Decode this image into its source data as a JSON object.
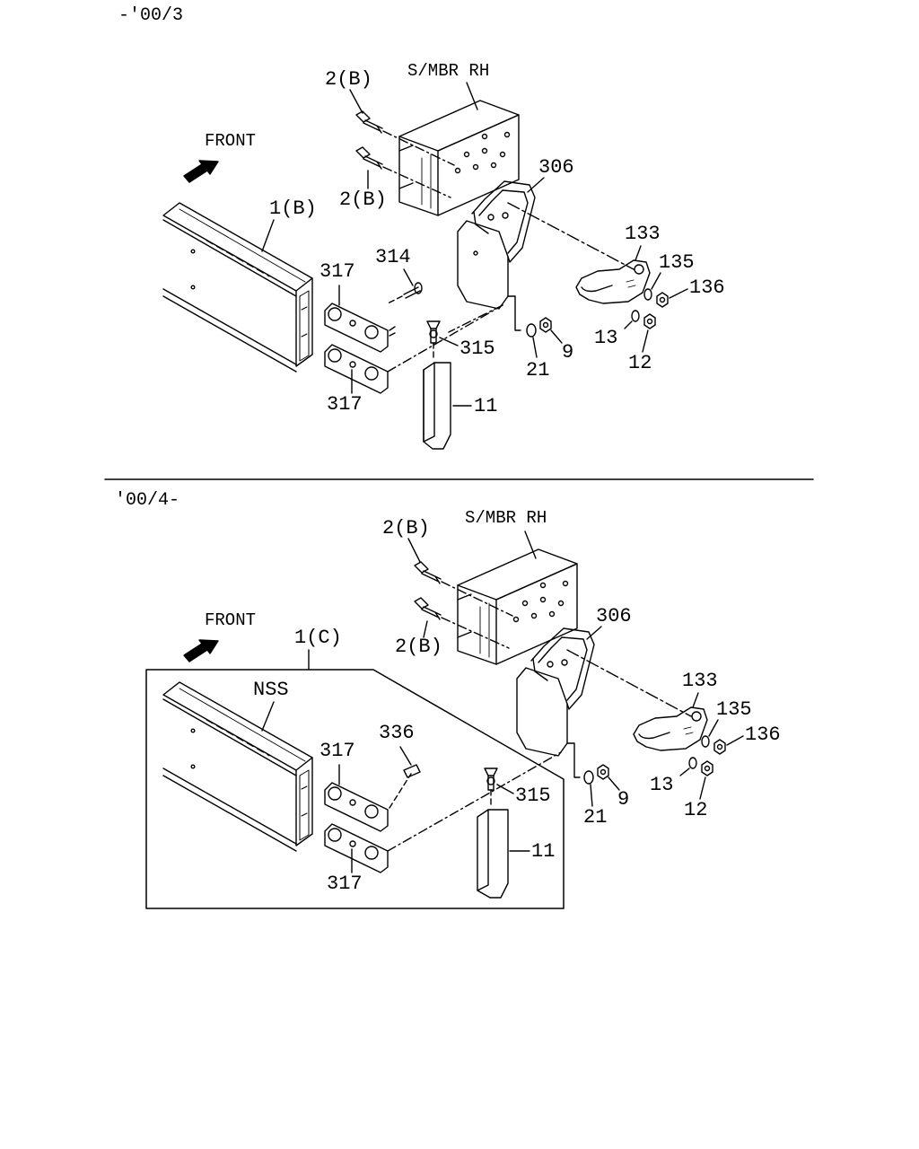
{
  "diagram": {
    "panels": [
      {
        "range_label": "-'00/3",
        "labels": {
          "front": "FRONT",
          "smbr": "S/MBR RH",
          "bolt_top": "2(B)",
          "bolt_bottom": "2(B)",
          "frame": "1(B)",
          "bracket": "306",
          "hook": "133",
          "washer_135": "135",
          "nut_136": "136",
          "washer_13": "13",
          "nut_12": "12",
          "washer_21": "21",
          "nut_9": "9",
          "clip": "315",
          "pad": "11",
          "plate_top": "317",
          "plate_bottom": "317",
          "screw": "314"
        }
      },
      {
        "range_label": "'00/4-",
        "labels": {
          "front": "FRONT",
          "smbr": "S/MBR RH",
          "bolt_top": "2(B)",
          "bolt_bottom": "2(B)",
          "frame": "1(C)",
          "nss": "NSS",
          "bracket": "306",
          "hook": "133",
          "washer_135": "135",
          "nut_136": "136",
          "washer_13": "13",
          "nut_12": "12",
          "washer_21": "21",
          "nut_9": "9",
          "clip": "315",
          "pad": "11",
          "plate_top": "317",
          "plate_bottom": "317",
          "pin": "336"
        }
      }
    ]
  }
}
